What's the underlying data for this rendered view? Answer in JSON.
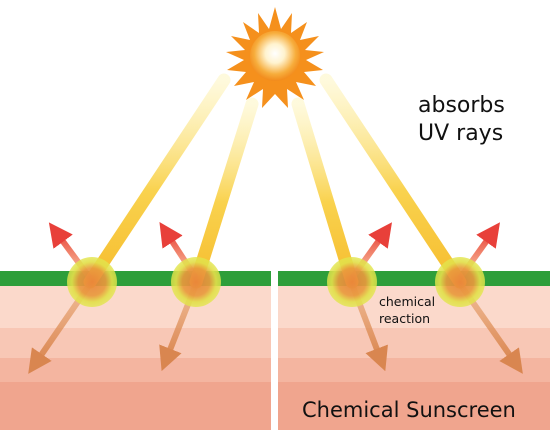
{
  "labels": {
    "absorbs_line1": "absorbs",
    "absorbs_line2": "UV rays",
    "reaction_line1": "chemical",
    "reaction_line2": "reaction",
    "title": "Chemical Sunscreen"
  },
  "colors": {
    "skin_top": "#fbd9cb",
    "skin_mid": "#f8c5b3",
    "skin_low": "#f3b09c",
    "skin_bottom": "#ee9f88",
    "surface_green": "#2e9e3a",
    "divider": "#ffffff",
    "ray_yellow": "#f6c23a",
    "reflect_red": "#e8463a",
    "penetrate_orange": "#e59a66",
    "sun_orange": "#f5901c",
    "glow_yellow": "#e3e44c",
    "glow_orange": "#eb8c3c"
  },
  "icons": {
    "sun": "sun-icon",
    "reflect": "reflect-arrow-icon",
    "penetrate": "penetrate-arrow-icon"
  }
}
